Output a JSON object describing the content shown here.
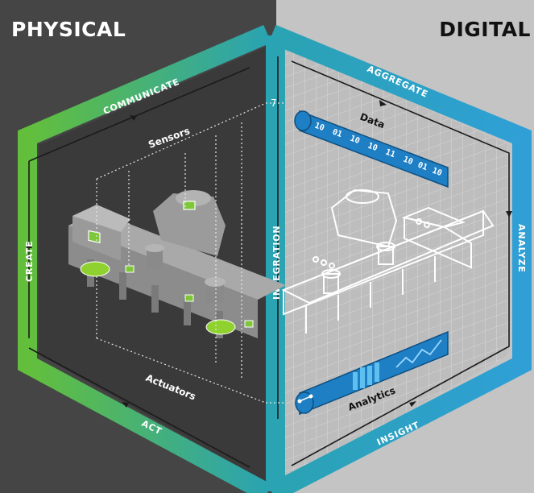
{
  "headings": {
    "physical": "PHYSICAL",
    "digital": "DIGITAL"
  },
  "cycle": {
    "communicate": "COMMUNICATE",
    "aggregate": "AGGREGATE",
    "analyze": "ANALYZE",
    "insight": "INSIGHT",
    "act": "ACT",
    "create": "CREATE",
    "integration": "INTEGRATION"
  },
  "callouts": {
    "sensors": "Sensors",
    "actuators": "Actuators",
    "data": "Data",
    "analytics": "Analytics",
    "data_bits": [
      "10",
      "01",
      "10",
      "10",
      "11",
      "10",
      "01",
      "10"
    ]
  },
  "colors": {
    "physical_bg": "#454545",
    "digital_bg": "#c4c4c4",
    "green": "#5aba3c",
    "teal": "#2aa3b2",
    "blue": "#2f9fd6",
    "data_blue": "#1f7fc4"
  }
}
